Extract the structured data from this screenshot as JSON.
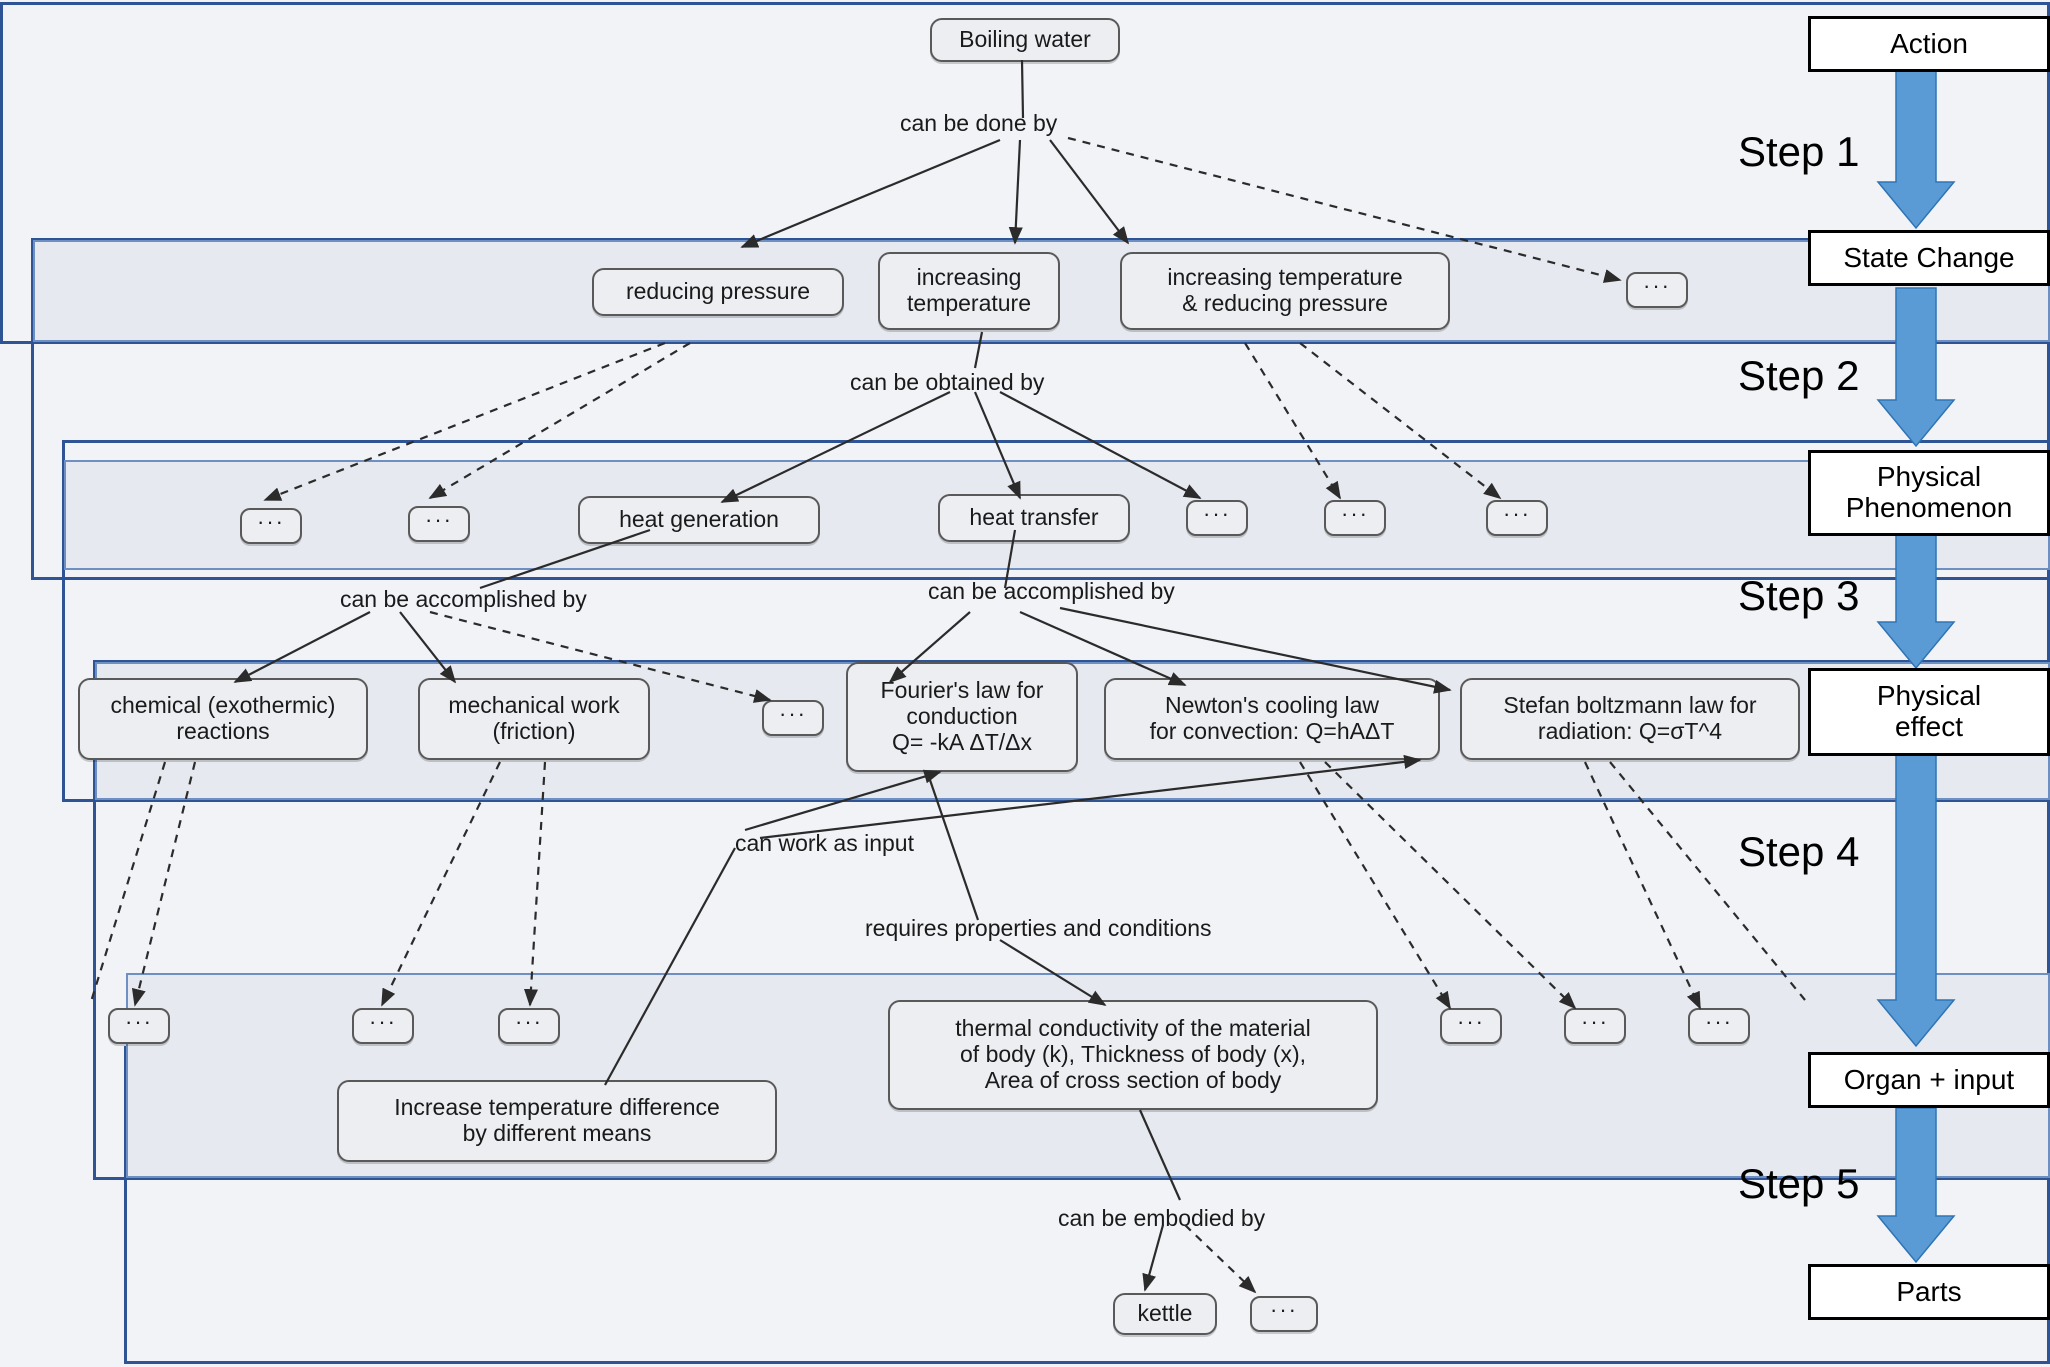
{
  "diagram": {
    "title": "Boiling water function decomposition",
    "colors": {
      "band_border": "#2f5496",
      "lane_border": "#6e8fc2",
      "lane_fill": "#e6e9ef",
      "node_border": "#595959",
      "node_fill": "#eceef2",
      "flow_arrow": "#5b9bd5",
      "page_bg": "#f1f3f7"
    }
  },
  "steps": [
    {
      "label": "Step 1"
    },
    {
      "label": "Step 2"
    },
    {
      "label": "Step 3"
    },
    {
      "label": "Step 4"
    },
    {
      "label": "Step 5"
    }
  ],
  "legend": [
    {
      "label": "Action"
    },
    {
      "label": "State Change"
    },
    {
      "label": "Physical\nPhenomenon"
    },
    {
      "label": "Physical\neffect"
    },
    {
      "label": "Organ + input"
    },
    {
      "label": "Parts"
    }
  ],
  "legend_flat": {
    "action": "Action",
    "state_change": "State Change",
    "physical_phenomenon_line1": "Physical",
    "physical_phenomenon_line2": "Phenomenon",
    "physical_effect_line1": "Physical",
    "physical_effect_line2": "effect",
    "organ_input": "Organ + input",
    "parts": "Parts"
  },
  "nodes": {
    "root": "Boiling water",
    "state_change": {
      "reducing_pressure": "reducing pressure",
      "increasing_temperature_l1": "increasing",
      "increasing_temperature_l2": "temperature",
      "increasing_temp_reducing_pressure_l1": "increasing temperature",
      "increasing_temp_reducing_pressure_l2": "& reducing pressure",
      "more": "···"
    },
    "physical_phenomenon": {
      "more_a": "···",
      "more_b": "···",
      "heat_generation": "heat generation",
      "heat_transfer": "heat transfer",
      "more_c": "···",
      "more_d": "···",
      "more_e": "···"
    },
    "physical_effect": {
      "chemical_l1": "chemical (exothermic)",
      "chemical_l2": "reactions",
      "mechanical_l1": "mechanical work",
      "mechanical_l2": "(friction)",
      "more_a": "···",
      "fourier_l1": "Fourier's law for",
      "fourier_l2": "conduction",
      "fourier_l3": "Q= -kA ΔT/Δx",
      "newton_l1": "Newton's cooling law",
      "newton_l2": "for convection: Q=hAΔT",
      "stefan_l1": "Stefan boltzmann law for",
      "stefan_l2": "radiation: Q=σT^4"
    },
    "organ_input": {
      "more_a": "···",
      "more_b": "···",
      "more_c": "···",
      "increase_temp_diff_l1": "Increase temperature difference",
      "increase_temp_diff_l2": "by different means",
      "properties_l1": "thermal conductivity of the material",
      "properties_l2": "of body (k), Thickness of body (x),",
      "properties_l3": "Area of cross section of body",
      "more_d": "···",
      "more_e": "···",
      "more_f": "···"
    },
    "parts": {
      "kettle": "kettle",
      "more": "···"
    }
  },
  "edge_labels": {
    "can_be_done_by": "can be done by",
    "can_be_obtained_by": "can be obtained by",
    "can_be_accomplished_by_left": "can be accomplished by",
    "can_be_accomplished_by_right": "can be accomplished by",
    "can_work_as_input": "can work as input",
    "requires_properties_and_conditions": "requires properties and conditions",
    "can_be_embodied_by": "can be embodied by"
  }
}
